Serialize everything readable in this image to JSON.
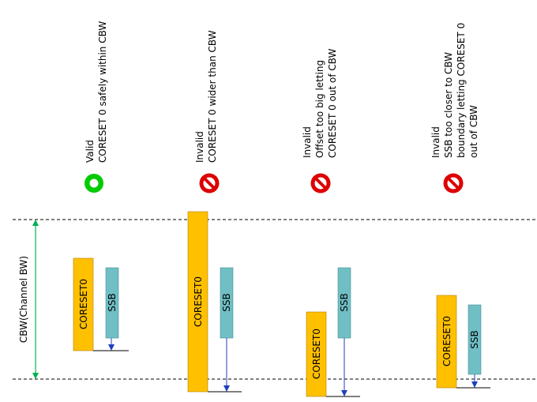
{
  "axis": {
    "label": "CBW(Channel BW)",
    "color": "#00b050"
  },
  "colors": {
    "coreset": "#ffc000",
    "ssb": "#70bfc5",
    "offset_arrow": "#1f3fbf",
    "valid": "#00cc00",
    "invalid": "#dd0000"
  },
  "coreset_label": "CORESET0",
  "ssb_label": "SSB",
  "cases": [
    {
      "status_icon": "check-circle-icon",
      "lines": [
        "Valid",
        "CORESET 0 safely within CBW"
      ]
    },
    {
      "status_icon": "prohibited-icon",
      "lines": [
        "Invalid",
        "CORESET 0 wider than CBW"
      ]
    },
    {
      "status_icon": "prohibited-icon",
      "lines": [
        "Invalid",
        "Offset too big letting",
        "CORESET 0 out of CBW"
      ]
    },
    {
      "status_icon": "prohibited-icon",
      "lines": [
        "Invalid",
        "SSB too closer to CBW",
        "boundary letting CORESET 0",
        "out of CBW"
      ]
    }
  ]
}
